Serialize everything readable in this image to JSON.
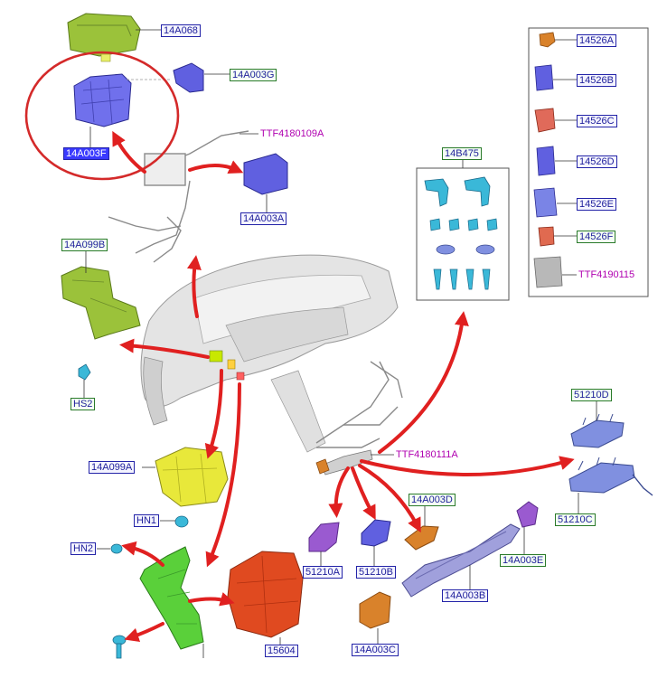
{
  "labels": {
    "l14A068": "14A068",
    "l14A003G": "14A003G",
    "l14A003F": "14A003F",
    "lTTF4180109A": "TTF4180109A",
    "l14A003A": "14A003A",
    "l14A099B": "14A099B",
    "lHS2": "HS2",
    "l14A099A": "14A099A",
    "lHN1": "HN1",
    "lHN2": "HN2",
    "l15604": "15604",
    "l14B475": "14B475",
    "lTTF4180111A": "TTF4180111A",
    "l51210D": "51210D",
    "l51210C": "51210C",
    "l14A003D": "14A003D",
    "l51210A": "51210A",
    "l51210B": "51210B",
    "l14A003E": "14A003E",
    "l14A003B": "14A003B",
    "l14A003C": "14A003C",
    "l14526A": "14526A",
    "l14526B": "14526B",
    "l14526C": "14526C",
    "l14526D": "14526D",
    "l14526E": "14526E",
    "l14526F": "14526F",
    "lTTF4190115": "TTF4190115"
  },
  "colors": {
    "arrow": "#e02020",
    "highlight_circle": "#d42a2a",
    "label_blue": "#2323a8",
    "label_green": "#2a7a2a",
    "label_magenta": "#b000b0",
    "part_blue": "#6060e0",
    "part_green": "#5ad03a",
    "part_olive": "#9bc23a",
    "part_yellow": "#e8e83a",
    "part_red": "#e04a20",
    "part_orange": "#d9822b",
    "part_purple": "#9a5ad0",
    "part_cyan": "#3ab8d8",
    "part_lavender": "#8090e0",
    "part_gray": "#b8b8b8"
  }
}
